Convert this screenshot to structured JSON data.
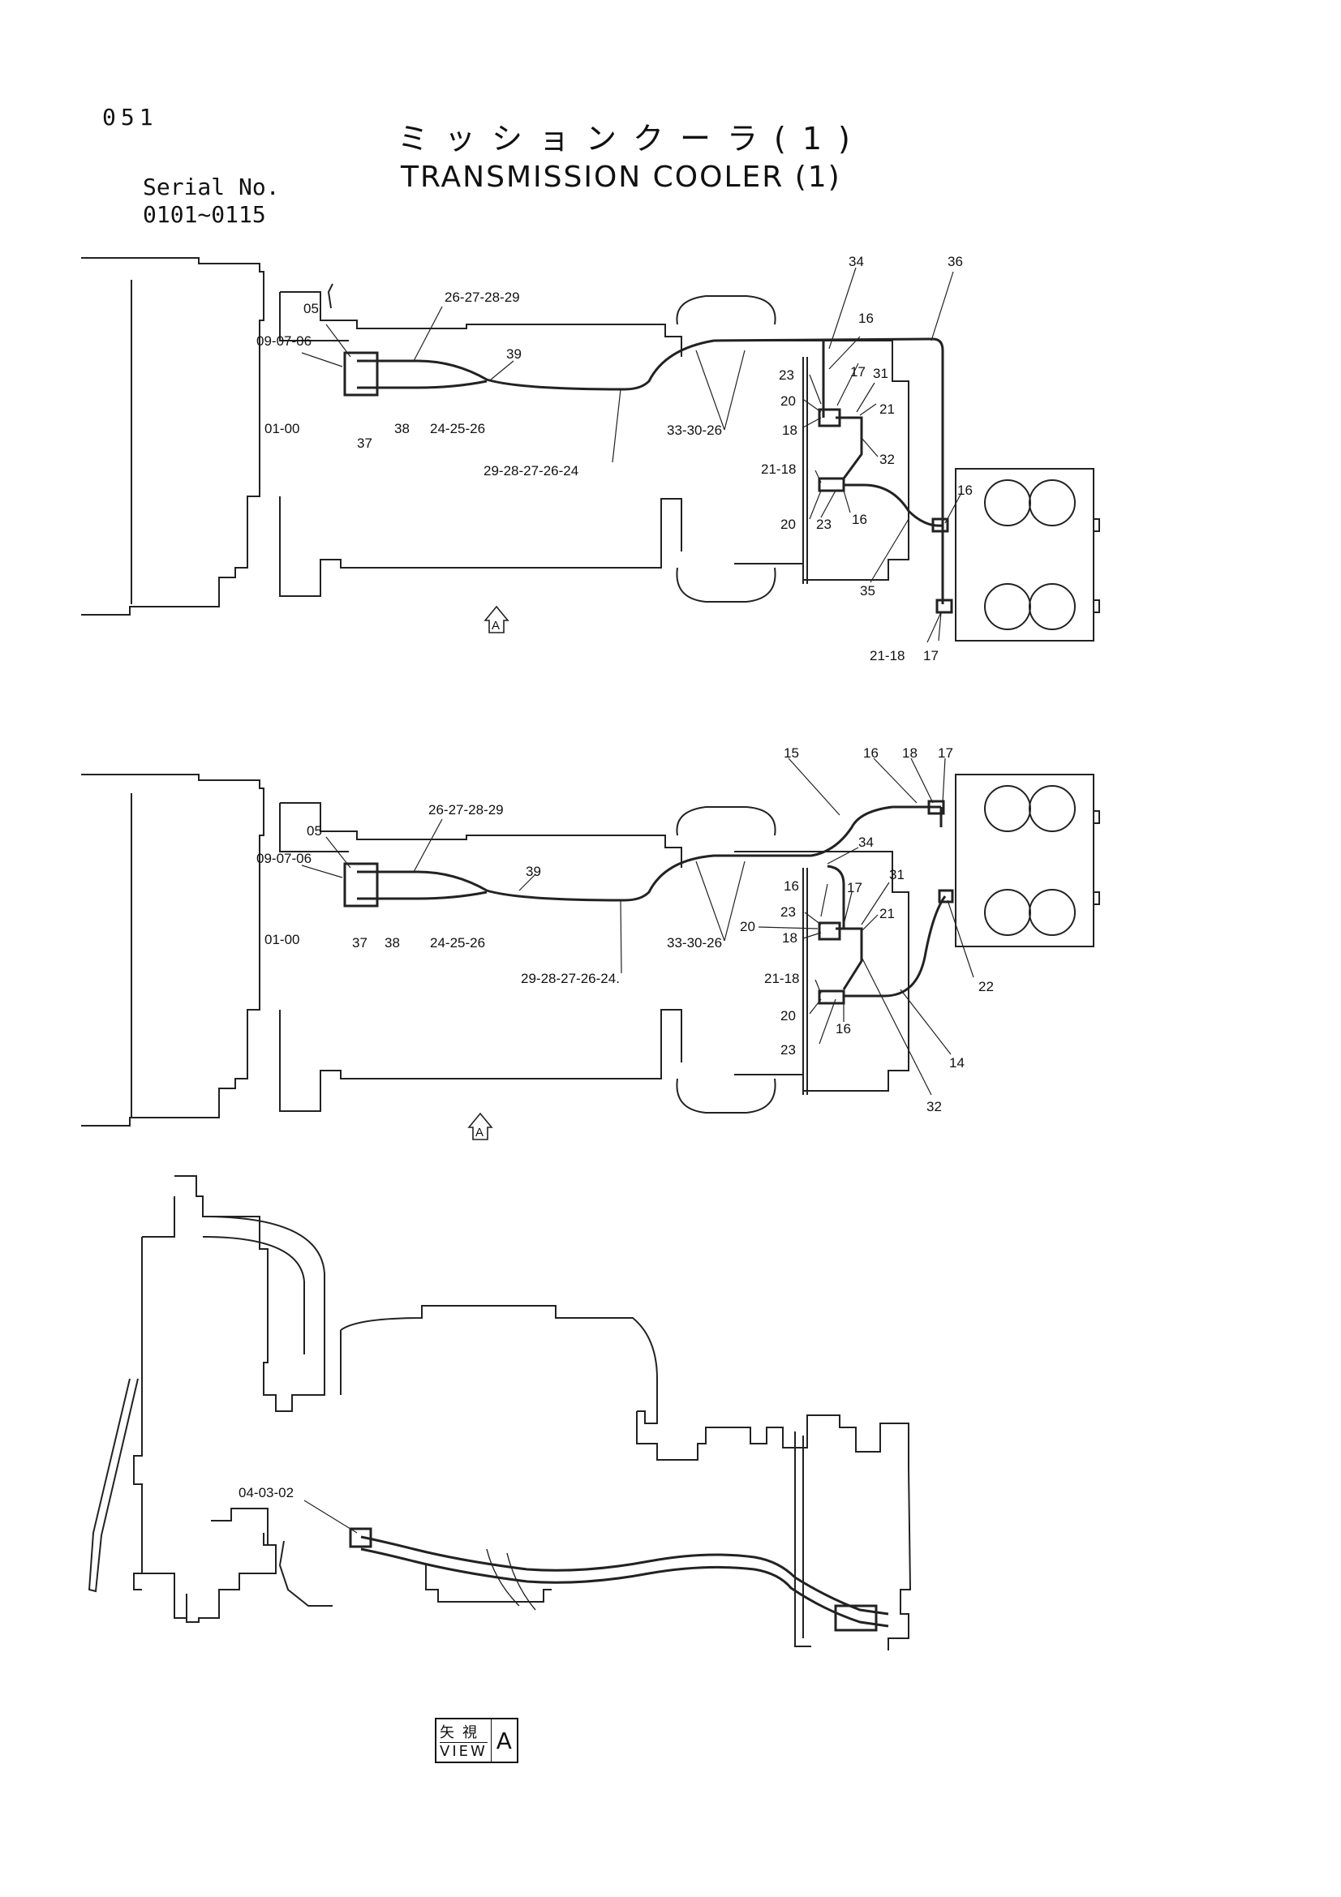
{
  "header": {
    "page_number": "051",
    "title_jp": "ミッションクーラ(1)",
    "title_en": "TRANSMISSION COOLER (1)",
    "serial_label": "Serial No.",
    "serial_range": "0101~0115"
  },
  "view_a_marker": "A",
  "view_a_caption": {
    "jp": "矢視",
    "en": "VIEW",
    "letter": "A"
  },
  "diagram_top": {
    "labels": [
      "34",
      "36",
      "16",
      "05",
      "26-27-28-29",
      "09-07-06",
      "39",
      "23",
      "17",
      "31",
      "20",
      "21",
      "18",
      "32",
      "01-00",
      "37",
      "38",
      "24-25-26",
      "33-30-26",
      "29-28-27-26-24",
      "21-18",
      "16",
      "20",
      "23",
      "16",
      "35",
      "21-18",
      "17"
    ]
  },
  "diagram_middle": {
    "labels": [
      "15",
      "16",
      "18",
      "17",
      "26-27-28-29",
      "05",
      "09-07-06",
      "39",
      "34",
      "31",
      "16",
      "17",
      "23",
      "21",
      "20",
      "18",
      "01-00",
      "37",
      "38",
      "24-25-26",
      "33-30-26",
      "29-28-27-26-24.",
      "21-18",
      "22",
      "20",
      "16",
      "23",
      "14",
      "32"
    ]
  },
  "diagram_bottom": {
    "labels": [
      "04-03-02"
    ]
  }
}
